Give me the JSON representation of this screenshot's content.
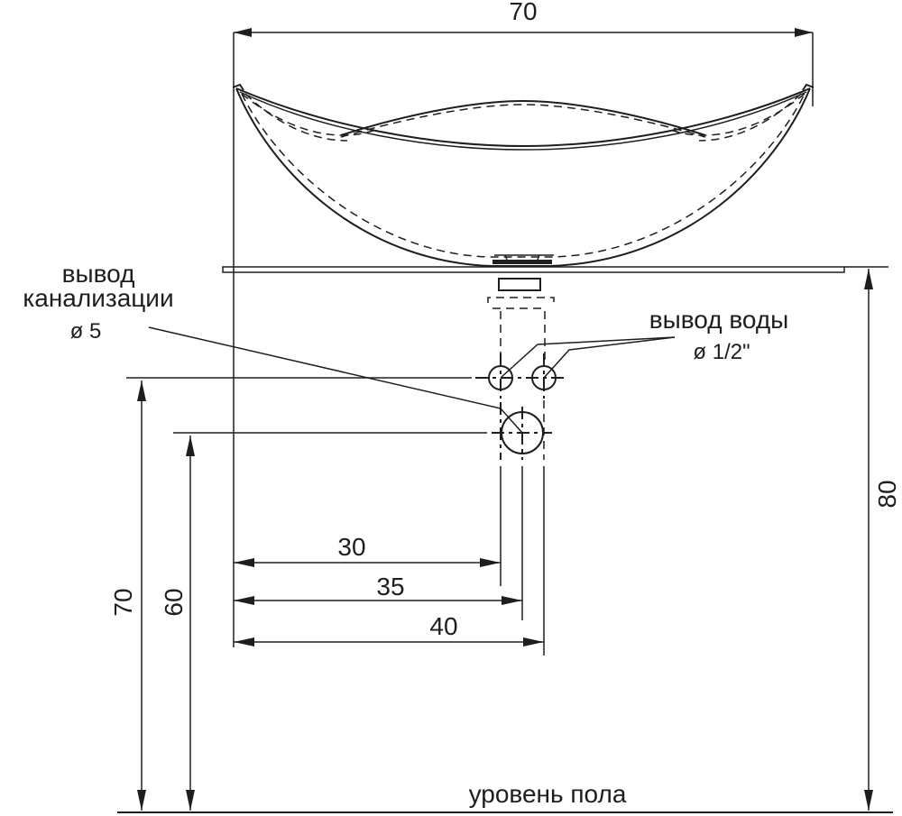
{
  "drawing": {
    "type": "technical-drawing",
    "subject": "vessel washbasin installation diagram",
    "line_color": "#1e1e1e",
    "background": "#ffffff"
  },
  "dimensions": {
    "width_top": "70",
    "height_countertop": "80",
    "height_water_outlet": "70",
    "height_sewer_outlet": "60",
    "offset_30": "30",
    "offset_35": "35",
    "offset_40": "40"
  },
  "labels": {
    "sewer_line1": "вывод",
    "sewer_line2": "канализации",
    "sewer_diameter": "ø 5",
    "water_line1": "вывод воды",
    "water_diameter": "ø 1/2\"",
    "floor_level": "уровень пола"
  }
}
